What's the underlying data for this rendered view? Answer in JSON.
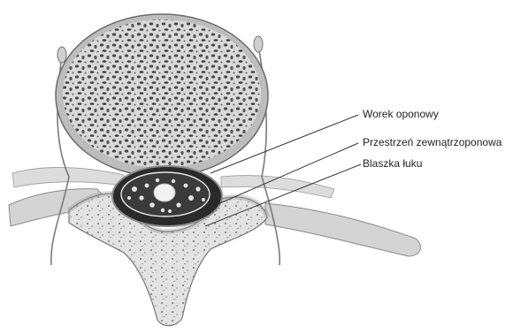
{
  "figure": {
    "labels": {
      "dural_sac": "Worek oponowy",
      "epidural_space": "Przestrzeń zewnątrzoponowa",
      "lamina": "Blaszka łuku"
    },
    "colors": {
      "background": "#ffffff",
      "bone_light": "#e6e6e6",
      "bone_mid": "#c8c8c8",
      "bone_dark": "#7a7a7a",
      "pore": "#3a3a3a",
      "canal_dark": "#1f1f1f",
      "leader_line": "#333333"
    }
  }
}
